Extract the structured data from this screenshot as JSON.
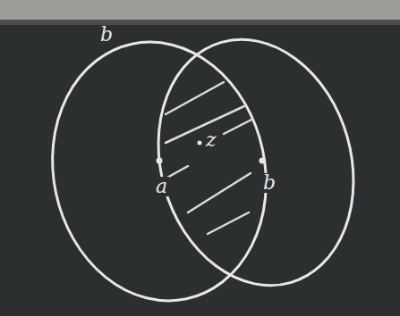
{
  "diagram": {
    "labels": [
      "b",
      "z",
      "a",
      "b"
    ]
  }
}
